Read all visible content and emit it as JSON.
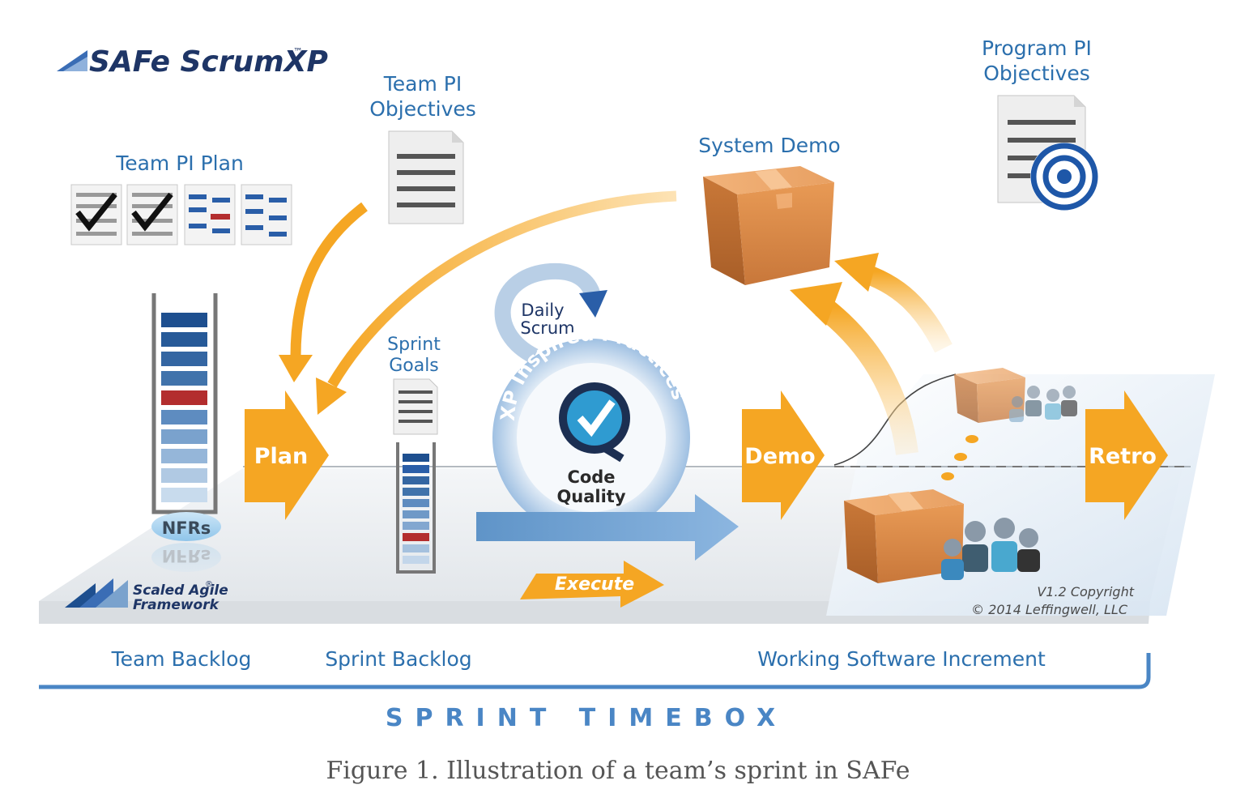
{
  "header": {
    "logo_text": "SAFe ScrumXP",
    "logo_tm": "™"
  },
  "labels": {
    "team_pi_plan": "Team PI Plan",
    "team_pi_objectives": [
      "Team PI",
      "Objectives"
    ],
    "program_pi_objectives": [
      "Program PI",
      "Objectives"
    ],
    "system_demo": "System Demo",
    "sprint_goals": [
      "Sprint",
      "Goals"
    ],
    "daily_scrum": [
      "Daily",
      "Scrum"
    ],
    "xp_practices": "XP Inspired Practices",
    "code_quality": [
      "Code",
      "Quality"
    ],
    "nfrs": "NFRs",
    "scaled_agile": [
      "Scaled Agile",
      "Framework"
    ],
    "scaled_agile_tm": "®",
    "copyright": [
      "V1.2 Copyright",
      "© 2014 Leffingwell, LLC"
    ]
  },
  "flow": {
    "plan": "Plan",
    "execute": "Execute",
    "demo": "Demo",
    "retro": "Retro"
  },
  "bottom": {
    "team_backlog": "Team Backlog",
    "sprint_backlog": "Sprint Backlog",
    "working_increment": "Working Software Increment",
    "timebox": "SPRINT TIMEBOX"
  },
  "caption": "Figure 1. Illustration of a team’s sprint in SAFe",
  "colors": {
    "orange": "#f5a623",
    "blue_label": "#2b6fad",
    "dark_blue": "#1e4f8f",
    "red_item": "#b32d2e",
    "box": "#d98a45"
  }
}
